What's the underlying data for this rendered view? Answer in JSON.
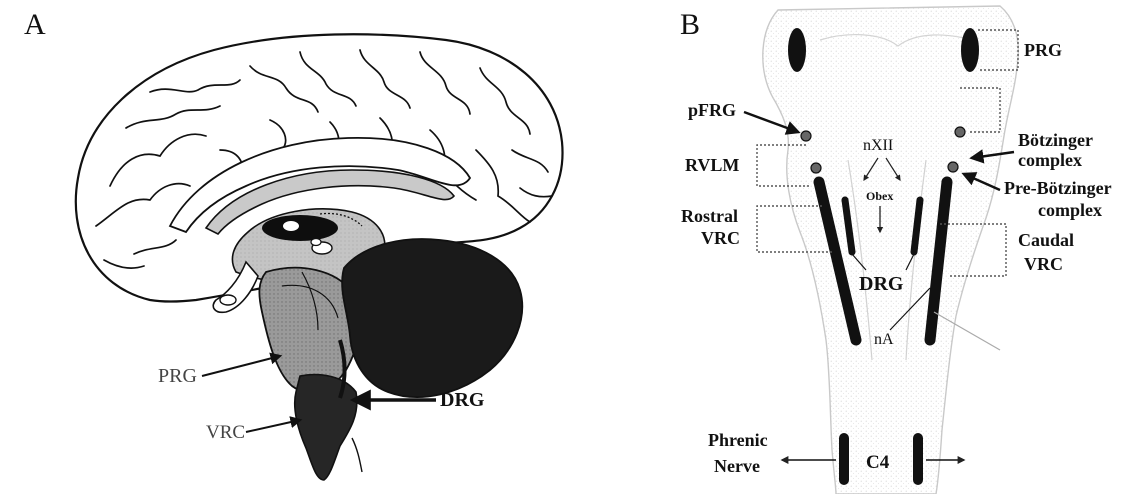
{
  "panels": {
    "a": {
      "letter": "A",
      "labels": {
        "prg": "PRG",
        "vrc": "VRC",
        "drg": "DRG"
      }
    },
    "b": {
      "letter": "B",
      "labels": {
        "prg": "PRG",
        "pfrg": "pFRG",
        "rvlm": "RVLM",
        "rostral": "Rostral",
        "vrc_left": "VRC",
        "nxii": "nXII",
        "obex": "Obex",
        "botzinger1": "Bötzinger",
        "botzinger2": "complex",
        "prebot1": "Pre-Bötzinger",
        "prebot2": "complex",
        "caudal": "Caudal",
        "vrc_right": "VRC",
        "drg": "DRG",
        "na": "nA",
        "phrenic1": "Phrenic",
        "phrenic2": "Nerve",
        "c4": "C4"
      }
    }
  },
  "colors": {
    "ink": "#111111",
    "cerebellum": "#1a1a1a",
    "diencephalon": "#c4c4c4",
    "brainstem": "#999999",
    "medulla": "#2a2a2a",
    "stippled_outline": "#c9c9c9"
  }
}
